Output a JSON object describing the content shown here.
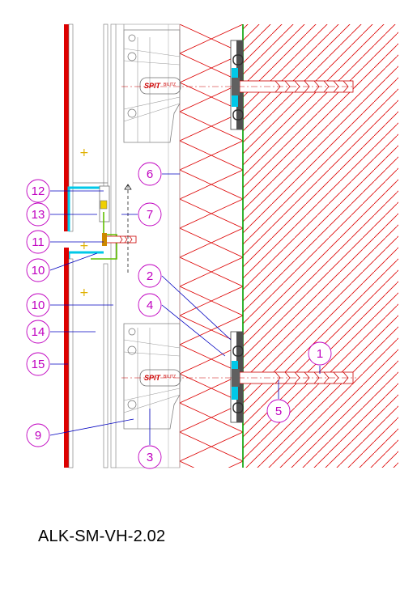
{
  "drawing_code": "ALK-SM-VH-2.02",
  "brand_mark": "SPIT",
  "brand_sub": "BILITZ",
  "callouts": [
    {
      "label": "1"
    },
    {
      "label": "2"
    },
    {
      "label": "3"
    },
    {
      "label": "4"
    },
    {
      "label": "5"
    },
    {
      "label": "6"
    },
    {
      "label": "7"
    },
    {
      "label": "9"
    },
    {
      "label": "10"
    },
    {
      "label": "10"
    },
    {
      "label": "11"
    },
    {
      "label": "12"
    },
    {
      "label": "13"
    },
    {
      "label": "14"
    },
    {
      "label": "15"
    }
  ],
  "colors": {
    "callout": "#c000c0",
    "leader": "#0000c0",
    "hatch": "#dd0000",
    "steel": "#606060",
    "panel_skin": "#dd0000",
    "seal": "#00c8e8",
    "membrane": "#00a000",
    "profile": "#60c000",
    "screw": "#cc8800"
  }
}
